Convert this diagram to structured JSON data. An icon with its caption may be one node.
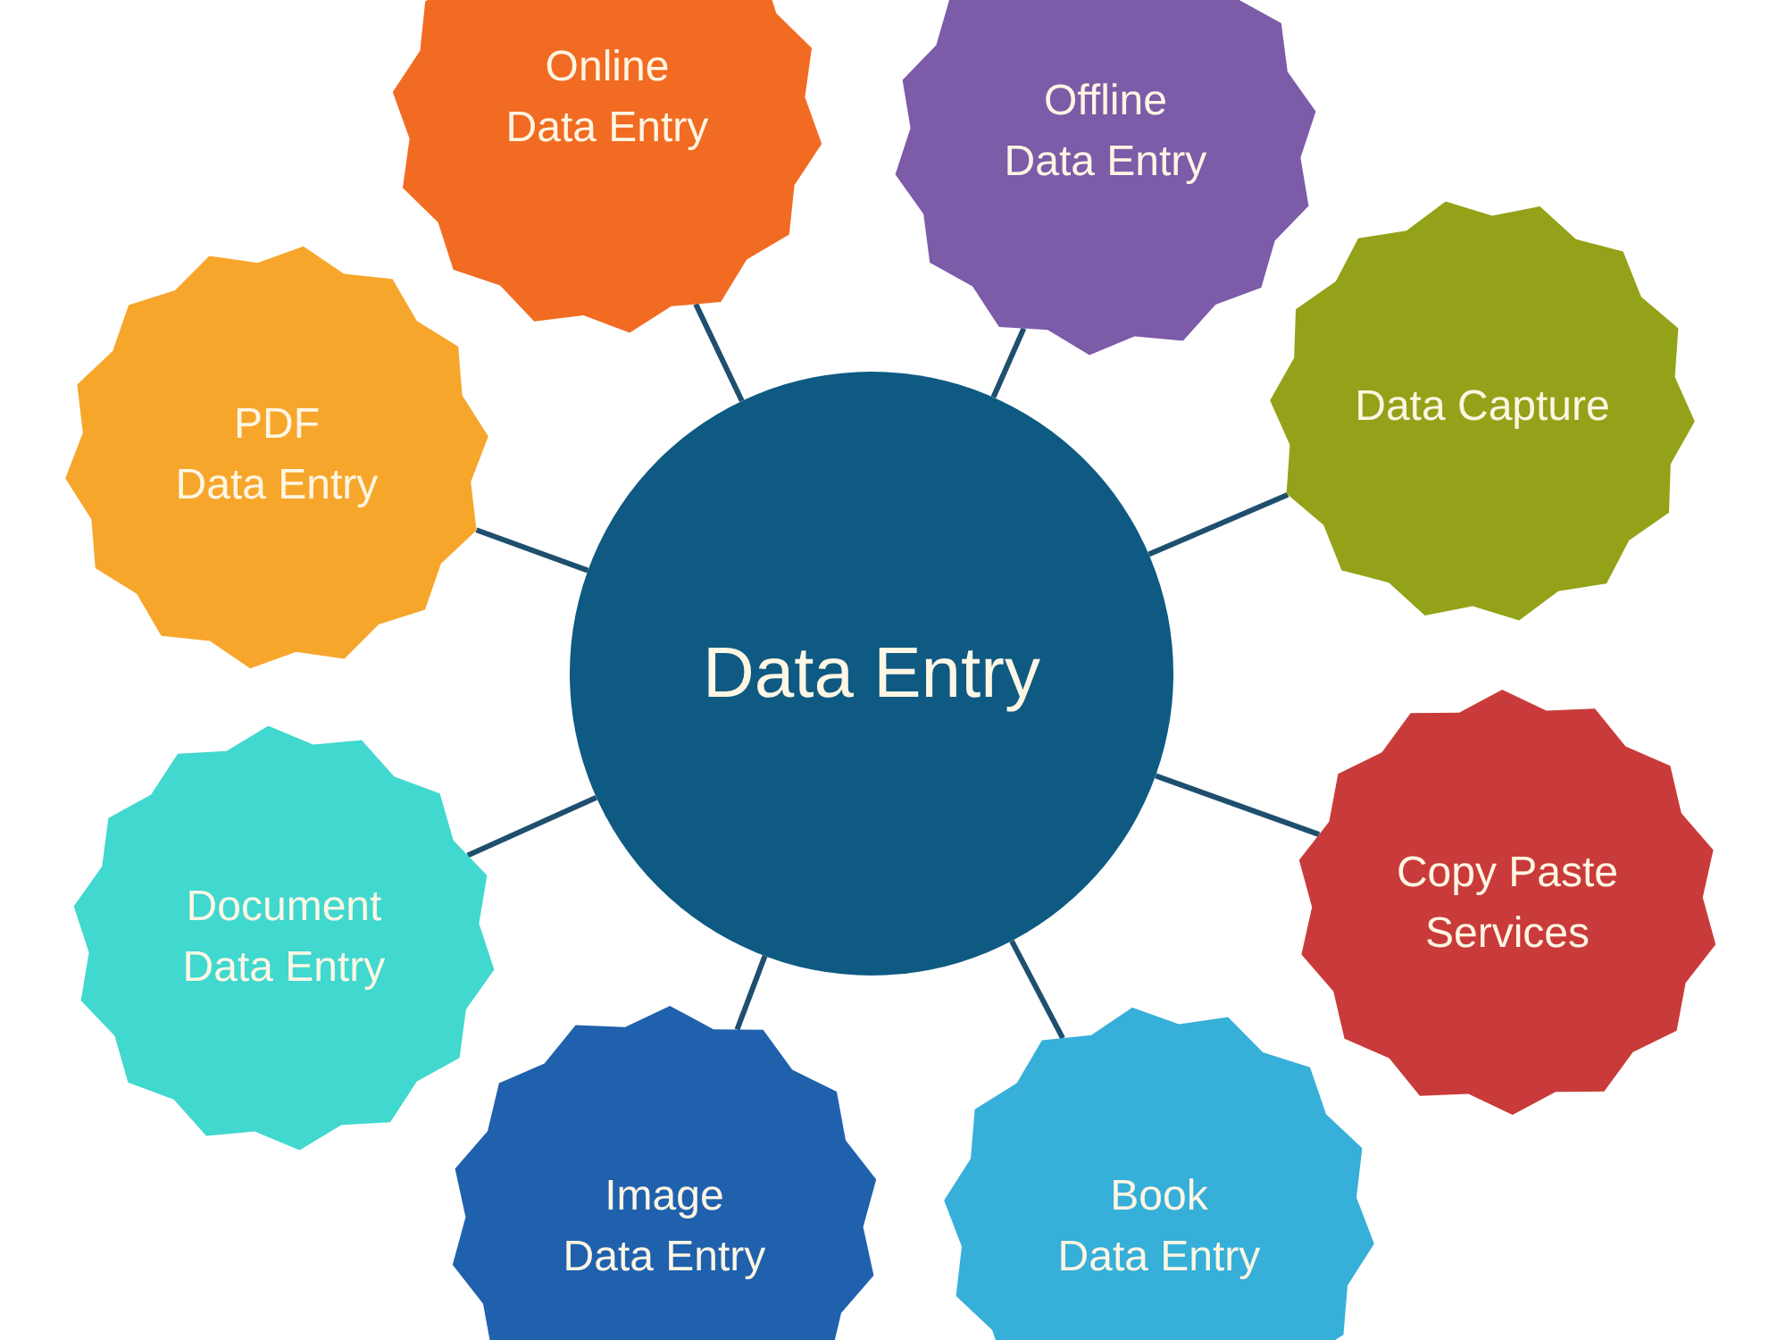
{
  "diagram": {
    "nodes": [
      {
        "text": [
          "Data Entry"
        ]
      },
      {
        "text": [
          "Online Data Entry"
        ]
      },
      {
        "text": [
          "Offline Data Entry"
        ]
      },
      {
        "text": [
          "Data Capture"
        ]
      },
      {
        "text": [
          "Copy Paste Services"
        ]
      },
      {
        "text": [
          "Book Data Entry"
        ]
      },
      {
        "text": [
          "Image Data Entry"
        ]
      },
      {
        "text": [
          "Document Data Entry"
        ]
      },
      {
        "text": [
          "PDF Data Entry"
        ]
      }
    ],
    "edges": [
      {
        "from": 0,
        "to": 1,
        "arrow": "none"
      },
      {
        "from": 0,
        "to": 2,
        "arrow": "none"
      },
      {
        "from": 0,
        "to": 3,
        "arrow": "none"
      },
      {
        "from": 0,
        "to": 4,
        "arrow": "none"
      },
      {
        "from": 0,
        "to": 5,
        "arrow": "none"
      },
      {
        "from": 0,
        "to": 6,
        "arrow": "none"
      },
      {
        "from": 0,
        "to": 7,
        "arrow": "none"
      },
      {
        "from": 0,
        "to": 8,
        "arrow": "none"
      }
    ]
  }
}
